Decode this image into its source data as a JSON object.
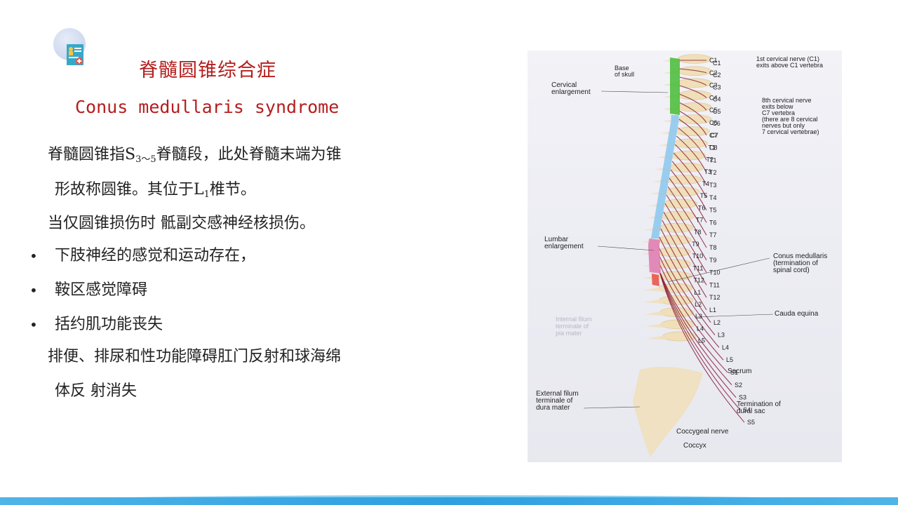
{
  "slide": {
    "title_cn": "脊髓圆锥综合症",
    "title_en": "Conus medullaris syndrome",
    "intro_line1_a": "脊髓圆锥指S",
    "intro_line1_sub": "3～5",
    "intro_line1_b": "脊髓段，此处脊髓末端为锥",
    "intro_line2_a": "形故称圆锥。其位于L",
    "intro_line2_sub": "1",
    "intro_line2_b": "椎节。",
    "intro_line3": "当仅圆锥损伤时 骶副交感神经核损伤。",
    "bullets": [
      "下肢神经的感觉和运动存在，",
      "鞍区感觉障碍",
      "括约肌功能丧失"
    ],
    "bullet_char": "•",
    "closing_line1": "排便、排尿和性功能障碍肛门反射和球海绵",
    "closing_line2": "体反 射消失"
  },
  "figure": {
    "left_labels": {
      "base_of_skull": [
        "Base",
        "of skull"
      ],
      "cervical_enlargement": [
        "Cervical",
        "enlargement"
      ],
      "lumbar_enlargement": [
        "Lumbar",
        "enlargement"
      ],
      "internal_filum": [
        "Internal filum",
        "terminale of",
        "pia mater"
      ],
      "external_filum": [
        "External filum",
        "terminale of",
        "dura mater"
      ]
    },
    "right_notes": {
      "first_cervical": [
        "1st cervical nerve (C1)",
        "exits above C1 vertebra"
      ],
      "eighth_cervical": [
        "8th cervical nerve",
        "exits below",
        "C7 vertebra",
        "(there are 8 cervical",
        "nerves but only",
        "7 cervical vertebrae)"
      ],
      "conus": [
        "Conus medullaris",
        "(termination of",
        "spinal cord)"
      ],
      "cauda_equina": "Cauda equina",
      "dural_sac": [
        "Termination of",
        "dural sac"
      ],
      "coccygeal_nerve": "Coccygeal nerve",
      "coccyx": "Coccyx",
      "sacrum": "Sacrum"
    },
    "vertebra_labels": [
      "C1",
      "C2",
      "C3",
      "C4",
      "C5",
      "C6",
      "C7",
      "T1",
      "T2",
      "T3",
      "T4",
      "T5",
      "T6",
      "T7",
      "T8",
      "T9",
      "T10",
      "T11",
      "T12",
      "L1",
      "L2",
      "L3",
      "L4",
      "L5"
    ],
    "nerve_labels": [
      "C1",
      "C2",
      "C3",
      "C4",
      "C5",
      "C6",
      "C7",
      "C8",
      "T1",
      "T2",
      "T3",
      "T4",
      "T5",
      "T6",
      "T7",
      "T8",
      "T9",
      "T10",
      "T11",
      "T12",
      "L1",
      "L2",
      "L3",
      "L4",
      "L5",
      "S1",
      "S2",
      "S3",
      "S4",
      "S5"
    ],
    "colors": {
      "cervical": "#4fbf3f",
      "thoracic": "#8fc9ee",
      "lumbar": "#e07fb4",
      "sacral": "#e8584a",
      "nerve": "#8a1f3a",
      "bone": "#f0dfb8"
    }
  },
  "theme": {
    "title_color": "#b51e1e",
    "accent_blue": "#2f9fe0"
  }
}
